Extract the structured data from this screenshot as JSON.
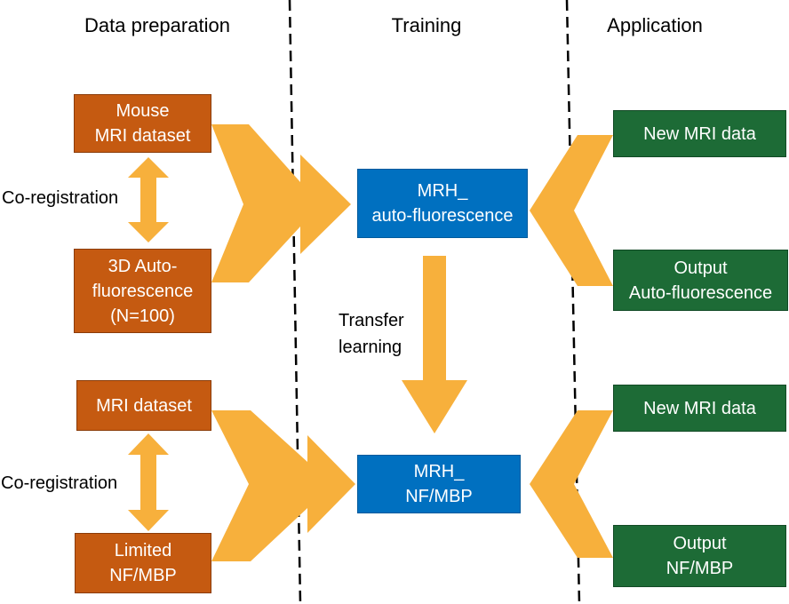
{
  "headers": {
    "data_preparation": "Data preparation",
    "training": "Training",
    "application": "Application"
  },
  "prep": {
    "mouse_mri": [
      "Mouse",
      "MRI dataset"
    ],
    "autofluorescence_3d": [
      "3D Auto-",
      "fluorescence",
      "(N=100)"
    ],
    "mri_dataset": [
      "MRI dataset"
    ],
    "limited_nf_mbp": [
      "Limited",
      "NF/MBP"
    ]
  },
  "coregistration_label": "Co-registration",
  "training": {
    "model_af": [
      "MRH_",
      "auto-fluorescence"
    ],
    "model_nf": [
      "MRH_",
      "NF/MBP"
    ],
    "transfer": [
      "Transfer",
      "learning"
    ]
  },
  "application": {
    "new_mri_top": [
      "New MRI data"
    ],
    "output_af": [
      "Output",
      "Auto-fluorescence"
    ],
    "new_mri_bottom": [
      "New MRI data"
    ],
    "output_nf": [
      "Output",
      "NF/MBP"
    ]
  },
  "colors": {
    "prep_box": "#c55a11",
    "model_box": "#0070c0",
    "app_box": "#1d6b36",
    "arrow": "#f7b03c",
    "divider": "#000000"
  }
}
